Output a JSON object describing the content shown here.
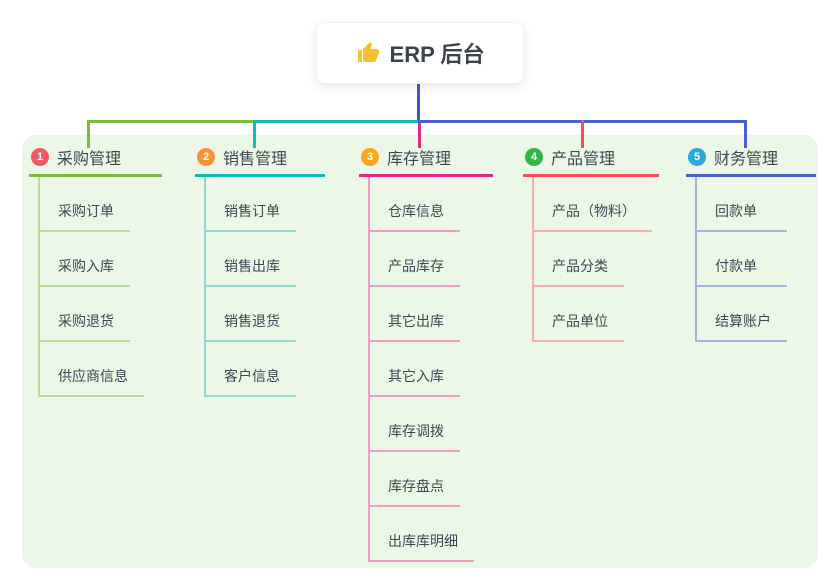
{
  "root": {
    "icon": "thumbs-up",
    "label": "ERP 后台"
  },
  "colors": {
    "root_connector": "#4c52cb",
    "panel_background": "#edf7e7",
    "text": "#3f4852",
    "thumb_yellow": "#f5c02c"
  },
  "branches": [
    {
      "badge": "1",
      "label": "采购管理",
      "color": "#7cbb3f",
      "child_color": "#b9dc96",
      "badge_color": "#ee5867",
      "children": [
        "采购订单",
        "采购入库",
        "采购退货",
        "供应商信息"
      ]
    },
    {
      "badge": "2",
      "label": "销售管理",
      "color": "#12bcb0",
      "child_color": "#8fd9d2",
      "badge_color": "#f8913e",
      "children": [
        "销售订单",
        "销售出库",
        "销售退货",
        "客户信息"
      ]
    },
    {
      "badge": "3",
      "label": "库存管理",
      "color": "#df2a84",
      "child_color": "#f09dc5",
      "badge_color": "#f7a81b",
      "children": [
        "仓库信息",
        "产品库存",
        "其它出库",
        "其它入库",
        "库存调拨",
        "库存盘点",
        "出库库明细"
      ]
    },
    {
      "badge": "4",
      "label": "产品管理",
      "color": "#f55053",
      "child_color": "#f5aeac",
      "badge_color": "#35b44a",
      "children": [
        "产品（物料）",
        "产品分类",
        "产品单位"
      ]
    },
    {
      "badge": "5",
      "label": "财务管理",
      "color": "#4a5fc9",
      "child_color": "#a3b3e3",
      "badge_color": "#2ba9dc",
      "children": [
        "回款单",
        "付款单",
        "结算账户"
      ]
    }
  ]
}
